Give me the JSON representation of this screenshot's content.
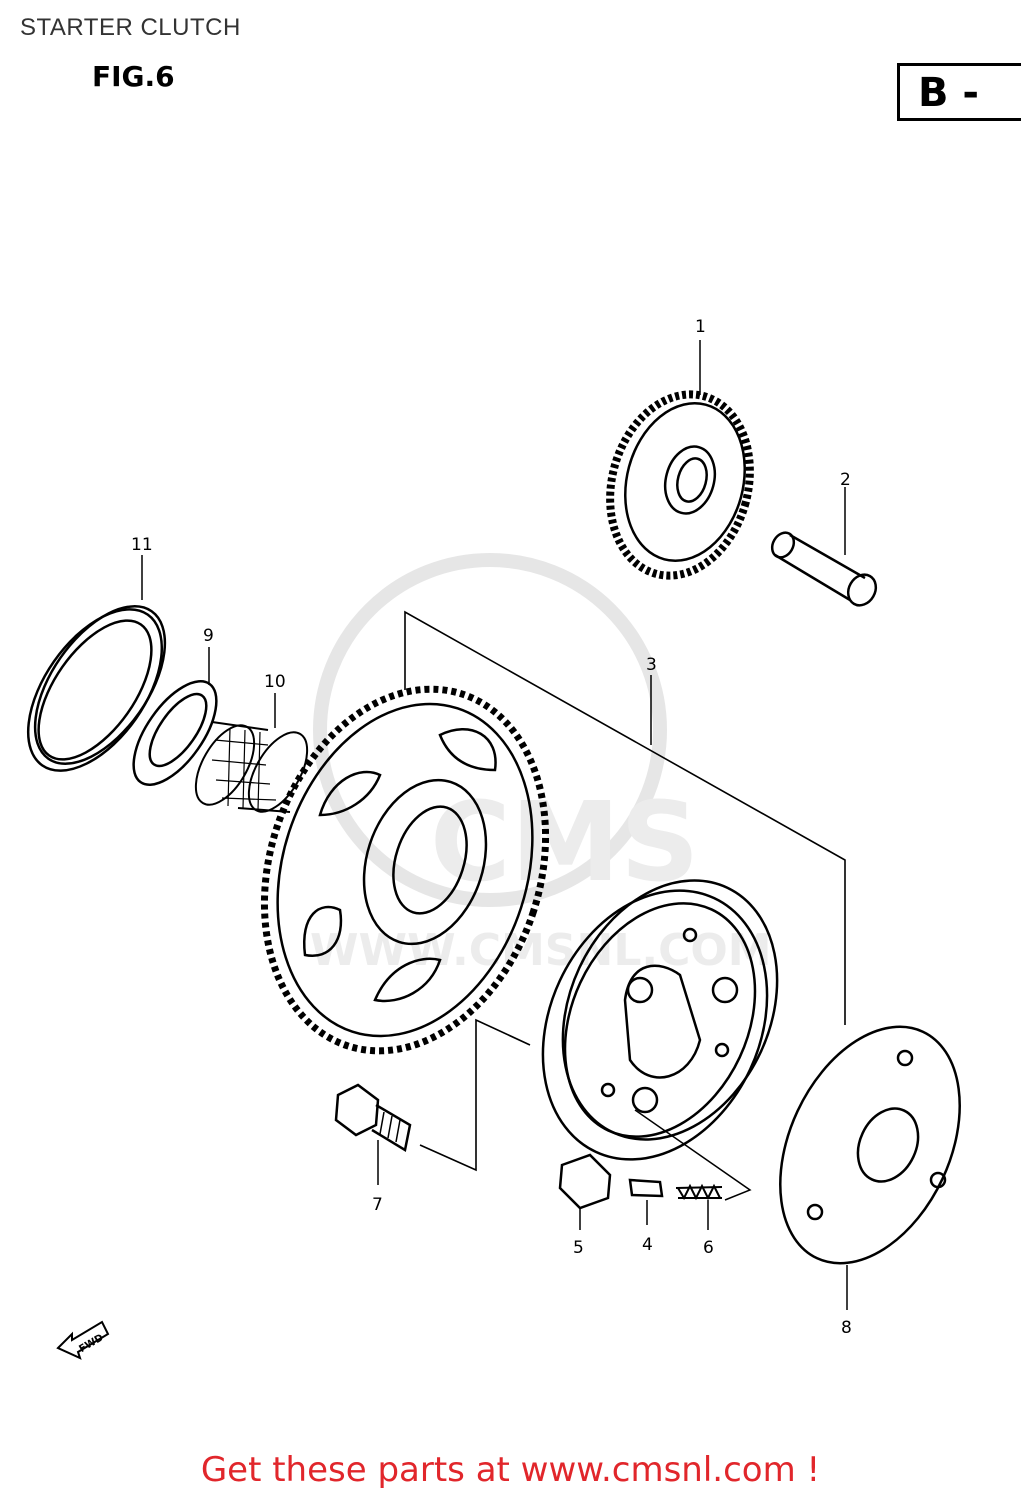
{
  "header": {
    "title": "STARTER CLUTCH",
    "figure": "FIG.6",
    "section": "B -"
  },
  "watermark": {
    "brand": "CMS",
    "url": "WWW.CMSNL.COM"
  },
  "parts": [
    {
      "ref": "1",
      "name": "gear"
    },
    {
      "ref": "2",
      "name": "pin"
    },
    {
      "ref": "3",
      "name": "starter-clutch-assy"
    },
    {
      "ref": "4",
      "name": "roller-cap"
    },
    {
      "ref": "5",
      "name": "roller"
    },
    {
      "ref": "6",
      "name": "spring"
    },
    {
      "ref": "7",
      "name": "bolt"
    },
    {
      "ref": "8",
      "name": "plate"
    },
    {
      "ref": "9",
      "name": "washer"
    },
    {
      "ref": "10",
      "name": "needle-bearing"
    },
    {
      "ref": "11",
      "name": "seal"
    }
  ],
  "fwd_label": "FWD",
  "footer": "Get these parts at www.cmsnl.com !"
}
